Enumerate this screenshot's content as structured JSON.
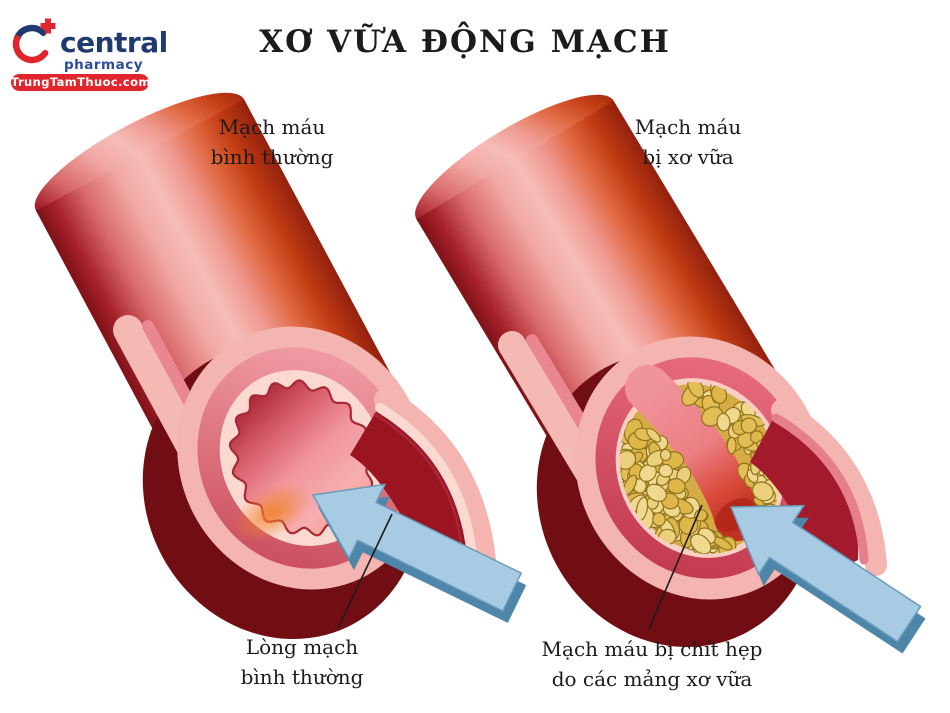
{
  "logo": {
    "brand": "central",
    "tagline": "pharmacy",
    "badge": "TrungTamThuoc.com"
  },
  "title": "XƠ VỮA ĐỘNG MẠCH",
  "annotations": {
    "normal_vessel": {
      "line1": "Mạch máu",
      "line2": "bình thường"
    },
    "sclerotic_vessel": {
      "line1": "Mạch máu",
      "line2": "bị xơ vữa"
    },
    "normal_lumen": {
      "line1": "Lòng mạch",
      "line2": "bình thường"
    },
    "narrowed_vessel": {
      "line1": "Mạch máu bị chít hẹp",
      "line2": "do các mảng xơ vữa"
    }
  },
  "icons": {
    "logo_mark": "c-ring-plus-icon",
    "flow_arrows": "arrow-3d-icon"
  },
  "colors": {
    "brand_navy": "#1e3a70",
    "brand_blue": "#2b4d9b",
    "badge_red": "#e0262c",
    "arrow_blue": "#a7cbe3",
    "arrow_edge": "#4d86a8",
    "arrow_outline": "#6b9cbc",
    "plaque_gold": "#e3bd55",
    "plaque_outline": "#8f741f",
    "vessel_pink": "#f4b5b0",
    "vessel_red": "#b01c24",
    "text_black": "#1b1b1b"
  }
}
